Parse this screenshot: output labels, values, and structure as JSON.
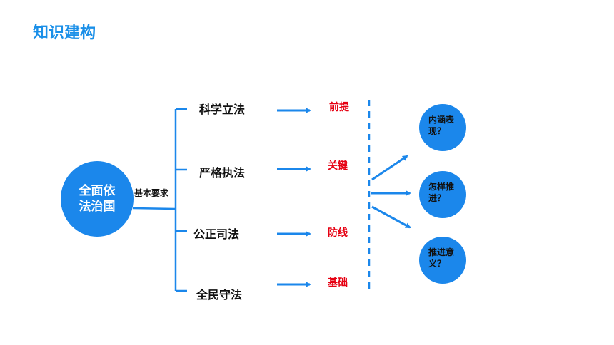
{
  "title": "知识建构",
  "center": {
    "line1": "全面依",
    "line2": "法治国"
  },
  "requirement_label": "基本要求",
  "branches": [
    {
      "label": "科学立法",
      "role": "前提"
    },
    {
      "label": "严格执法",
      "role": "关键"
    },
    {
      "label": "公正司法",
      "role": "防线"
    },
    {
      "label": "全民守法",
      "role": "基础"
    }
  ],
  "questions": [
    {
      "line1": "内涵表",
      "line2": "现？"
    },
    {
      "line1": "怎样推",
      "line2": "进？"
    },
    {
      "line1": "推进意",
      "line2": "义？"
    }
  ],
  "colors": {
    "accent": "#1b87eb",
    "role_text": "#e60012",
    "title": "#1a8fe8"
  }
}
